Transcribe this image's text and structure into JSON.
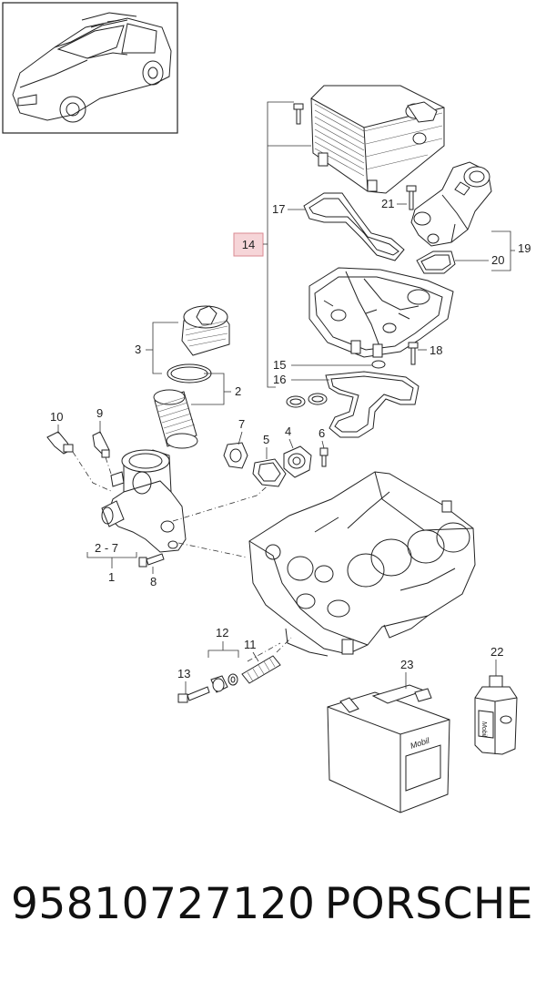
{
  "labels": {
    "l1": "1",
    "l2": "2",
    "l2_7": "2 - 7",
    "l3": "3",
    "l4": "4",
    "l5": "5",
    "l6": "6",
    "l7": "7",
    "l8": "8",
    "l9": "9",
    "l10": "10",
    "l11": "11",
    "l12": "12",
    "l13": "13",
    "l14": "14",
    "l15": "15",
    "l16": "16",
    "l17": "17",
    "l18": "18",
    "l19": "19",
    "l20": "20",
    "l21": "21",
    "l22": "22",
    "l23": "23"
  },
  "brand_text": {
    "jerrycan": "Mobil",
    "bottle": "Mobil"
  },
  "footer": {
    "part_number": "95810727120",
    "brand": "PORSCHE"
  },
  "colors": {
    "highlight_fill": "#f6d5d8",
    "highlight_stroke": "#d98a92"
  }
}
